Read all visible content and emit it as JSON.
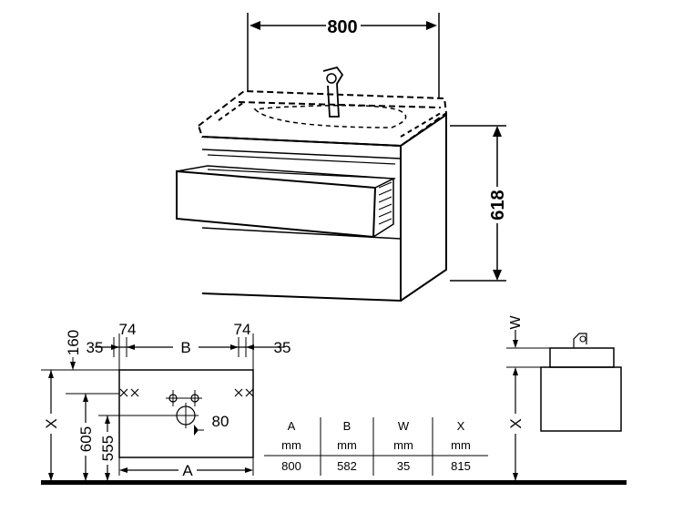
{
  "top_view": {
    "width_label": "800",
    "height_label": "618"
  },
  "plan_view": {
    "d160": "160",
    "d35_left": "35",
    "d74_left": "74",
    "d_b": "B",
    "d74_right": "74",
    "d35_right": "35",
    "d_x": "X",
    "d605": "605",
    "d555": "555",
    "d80": "80",
    "d_a": "A"
  },
  "side_view": {
    "d_w": "W",
    "d_x": "X"
  },
  "table": {
    "headers": [
      "A",
      "B",
      "W",
      "X"
    ],
    "units": [
      "mm",
      "mm",
      "mm",
      "mm"
    ],
    "values": [
      "800",
      "582",
      "35",
      "815"
    ]
  }
}
